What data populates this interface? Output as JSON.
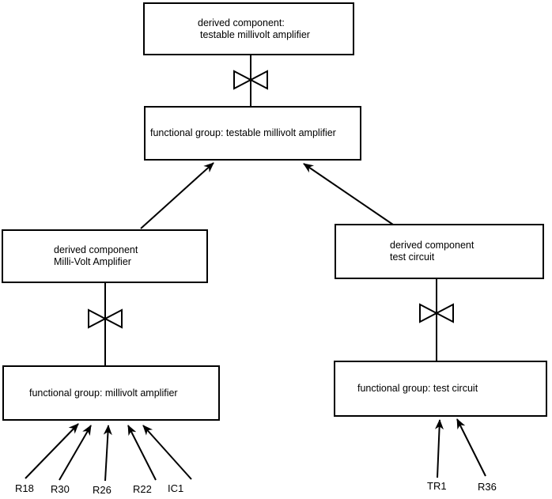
{
  "diagram": {
    "colors": {
      "background": "#ffffff",
      "line": "#000000",
      "text": "#000000"
    },
    "boxes": {
      "top_derived": {
        "line1": "derived component:",
        "line2": "testable millivolt amplifier"
      },
      "fg_testable": {
        "label": "functional group: testable millivolt amplifier"
      },
      "derived_mva": {
        "line1": "derived component",
        "line2": "Milli-Volt Amplifier"
      },
      "derived_tc": {
        "line1": "derived component",
        "line2": "test circuit"
      },
      "fg_mva": {
        "label": "functional group: millivolt amplifier"
      },
      "fg_tc": {
        "label": "functional group: test circuit"
      }
    },
    "components": {
      "r18": "R18",
      "r30": "R30",
      "r26": "R26",
      "r22": "R22",
      "ic1": "IC1",
      "tr1": "TR1",
      "r36": "R36"
    },
    "symbols": {
      "bowtie": "bowtie-composition-symbol",
      "arrowhead": "open-stealth-arrowhead"
    }
  }
}
